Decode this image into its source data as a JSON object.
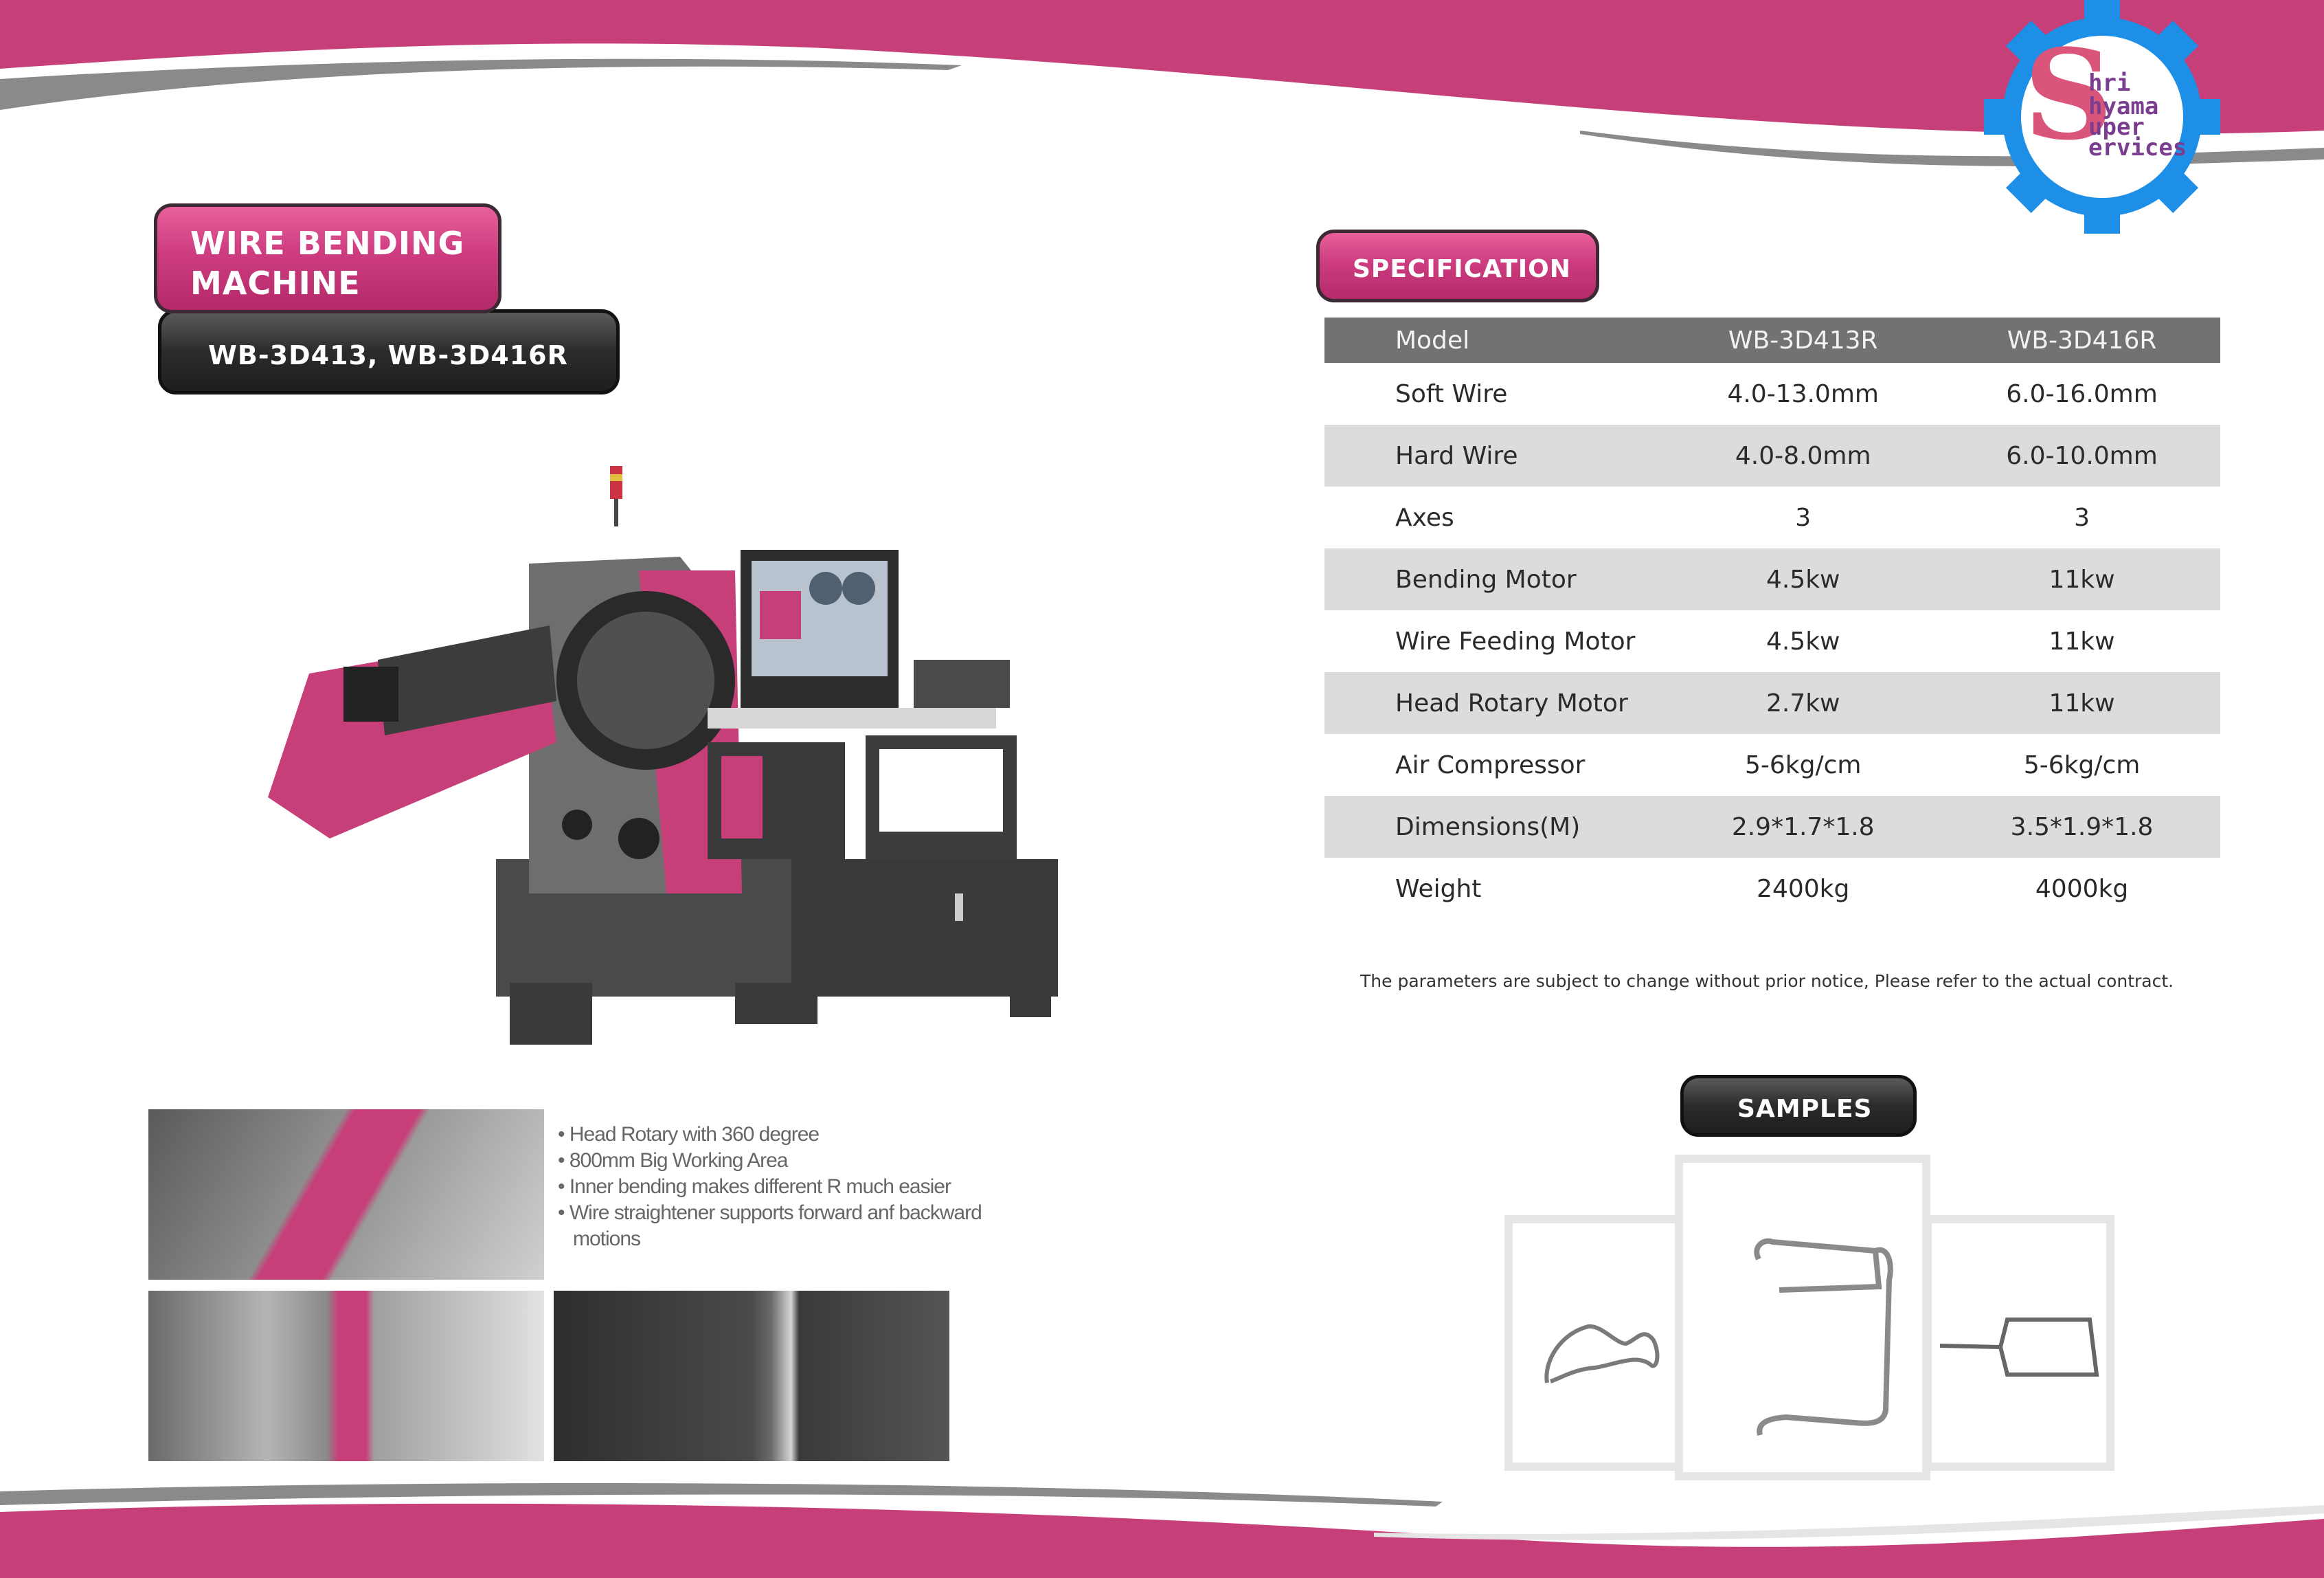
{
  "product": {
    "title_line1": "WIRE BENDING",
    "title_line2": "MACHINE",
    "models": "WB-3D413, WB-3D416R"
  },
  "logo": {
    "initial": "S",
    "line1": "hri",
    "line2": "hyama",
    "line3": "uper",
    "line4": "ervices"
  },
  "specification": {
    "label": "SPECIFICATION",
    "header": [
      "Model",
      "WB-3D413R",
      "WB-3D416R"
    ],
    "rows": [
      [
        "Soft Wire",
        "4.0-13.0mm",
        "6.0-16.0mm"
      ],
      [
        "Hard Wire",
        "4.0-8.0mm",
        "6.0-10.0mm"
      ],
      [
        "Axes",
        "3",
        "3"
      ],
      [
        "Bending Motor",
        "4.5kw",
        "11kw"
      ],
      [
        "Wire Feeding Motor",
        "4.5kw",
        "11kw"
      ],
      [
        "Head Rotary Motor",
        "2.7kw",
        "11kw"
      ],
      [
        "Air Compressor",
        "5-6kg/cm",
        "5-6kg/cm"
      ],
      [
        "Dimensions(M)",
        "2.9*1.7*1.8",
        "3.5*1.9*1.8"
      ],
      [
        "Weight",
        "2400kg",
        "4000kg"
      ]
    ],
    "note": "The parameters are subject to change without prior notice,  Please refer to the actual contract."
  },
  "features": [
    "• Head Rotary with 360 degree",
    "• 800mm Big Working Area",
    "• Inner bending makes different R much easier",
    "• Wire straightener supports forward anf backward",
    "   motions"
  ],
  "samples": {
    "label": "SAMPLES"
  },
  "colors": {
    "brand_pink": "#c73f78",
    "dark_gray": "#2b2b2b",
    "logo_blue": "#1e8fe6"
  }
}
